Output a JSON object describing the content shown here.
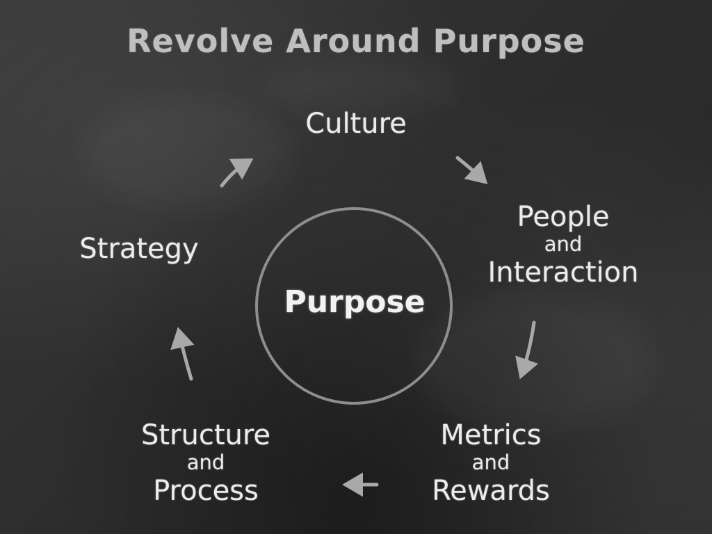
{
  "title": "Revolve Around Purpose",
  "center": {
    "label": "Purpose"
  },
  "nodes": {
    "culture": {
      "label": "Culture"
    },
    "people": {
      "line1": "People",
      "line2": "and",
      "line3": "Interaction"
    },
    "metrics": {
      "line1": "Metrics",
      "line2": "and",
      "line3": "Rewards"
    },
    "structure": {
      "line1": "Structure",
      "line2": "and",
      "line3": "Process"
    },
    "strategy": {
      "label": "Strategy"
    }
  },
  "colors": {
    "board": "#2e2e2e",
    "chalk": "#e9e9e9",
    "title_chalk": "#bfbfbf",
    "arrow": "#a9a9a9"
  }
}
